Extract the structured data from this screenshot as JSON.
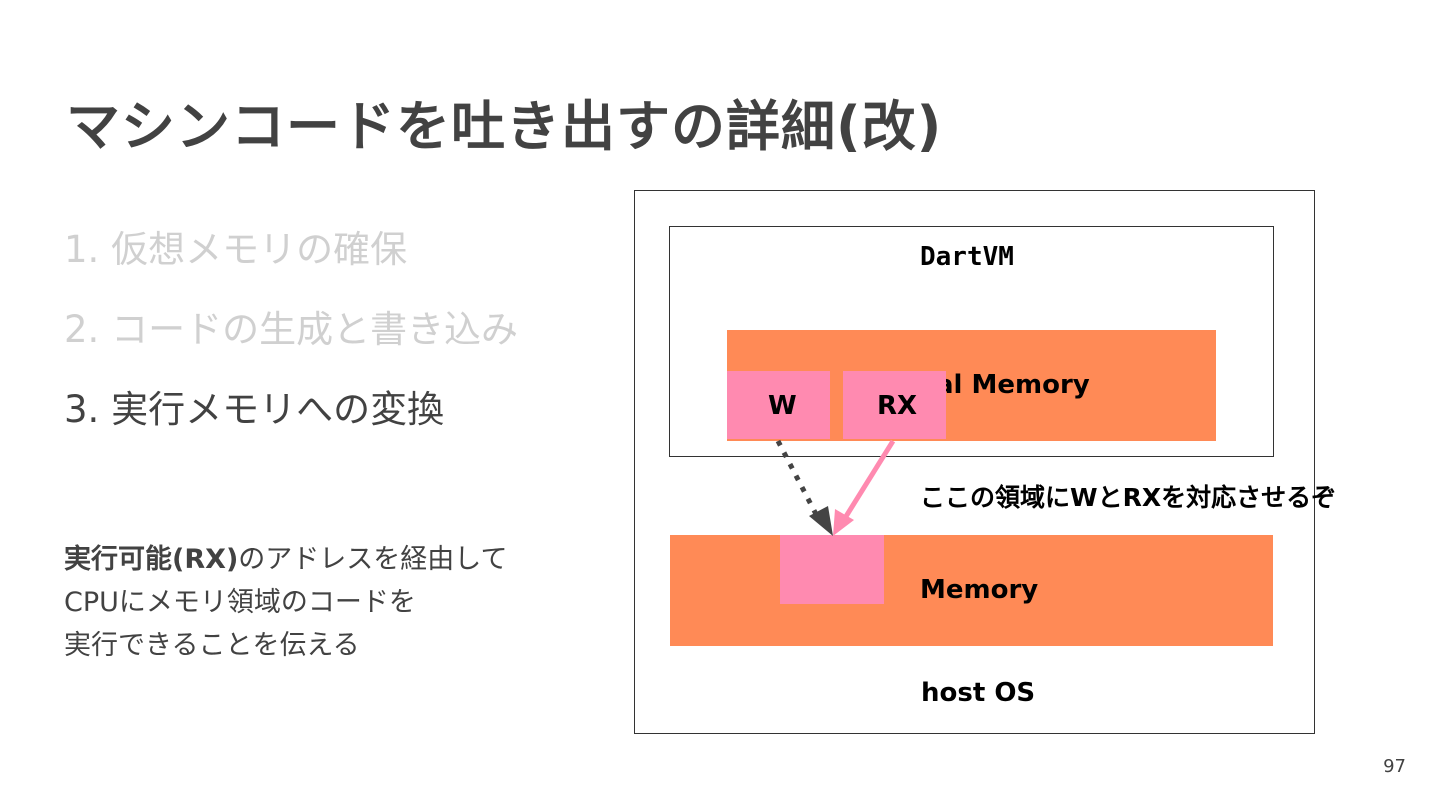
{
  "slide": {
    "title": "マシンコードを吐き出すの詳細(改)",
    "page_number": "97"
  },
  "steps": [
    {
      "label": "1. 仮想メモリの確保",
      "state": "inactive"
    },
    {
      "label": "2. コードの生成と書き込み",
      "state": "inactive"
    },
    {
      "label": "3. 実行メモリへの変換",
      "state": "active"
    }
  ],
  "description": {
    "line1_bold": "実行可能(RX)",
    "line1_rest": "のアドレスを経由して",
    "line2": "CPUにメモリ領域のコードを",
    "line3": "実行できることを伝える"
  },
  "diagram": {
    "host_label": "host OS",
    "dartvm_label": "DartVM",
    "virtual_memory_label": "al Memory",
    "memory_label": "Memory",
    "w_label": "W",
    "rx_label": "RX",
    "annotation": "ここの領域にWとRXを対応させるぞ",
    "colors": {
      "memory": "#ff8a56",
      "page": "#ff8ab0",
      "arrow_rx": "#ff8ab0",
      "arrow_w": "#444444",
      "border": "#333333"
    }
  }
}
